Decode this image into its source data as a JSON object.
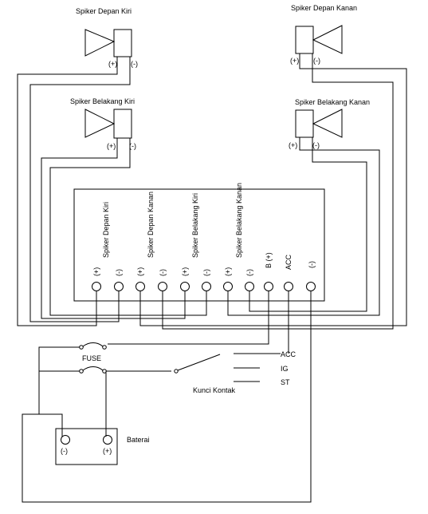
{
  "speakers": {
    "front_left": {
      "label": "Spiker Depan Kiri",
      "plus": "(+)",
      "minus": "(-)"
    },
    "front_right": {
      "label": "Spiker Depan Kanan",
      "plus": "(+)",
      "minus": "(-)"
    },
    "rear_left": {
      "label": "Spiker Belakang Kiri",
      "plus": "(+)",
      "minus": "(-)"
    },
    "rear_right": {
      "label": "Spiker Belakang Kanan",
      "plus": "(+)",
      "minus": "(-)"
    }
  },
  "head_unit": {
    "groups": [
      "Spiker Depan Kiri",
      "Spiker Depan Kanan",
      "Spiker Belakang Kiri",
      "Spiker Belakang Kanan"
    ],
    "pins": [
      "(+)",
      "(-)",
      "(+)",
      "(-)",
      "(+)",
      "(-)",
      "(+)",
      "(-)",
      "B (+)",
      "ACC",
      "(-)"
    ]
  },
  "fuse_label": "FUSE",
  "ignition": {
    "label": "Kunci Kontak",
    "positions": [
      "ACC",
      "IG",
      "ST"
    ]
  },
  "battery": {
    "label": "Baterai",
    "minus": "(-)",
    "plus": "(+)"
  }
}
